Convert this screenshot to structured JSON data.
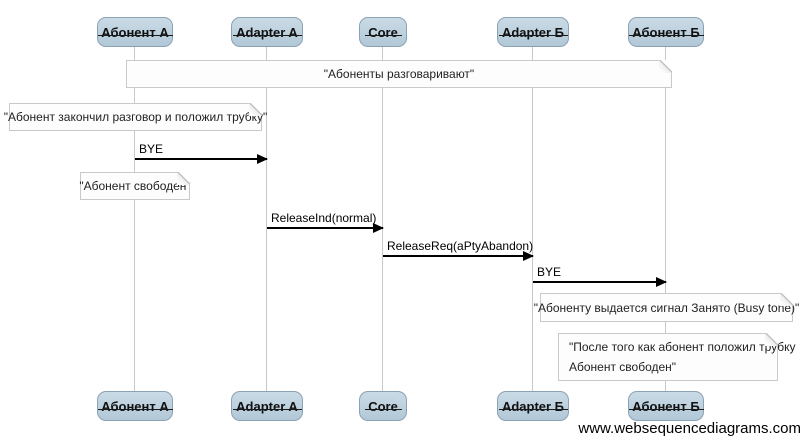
{
  "diagram": {
    "actors": [
      {
        "label": "Абонент А"
      },
      {
        "label": "Adapter A"
      },
      {
        "label": "Core"
      },
      {
        "label": "Adapter Б"
      },
      {
        "label": "Абонент Б"
      }
    ],
    "messages": [
      {
        "label": "BYE",
        "from": "Абонент А",
        "to": "Adapter A"
      },
      {
        "label": "ReleaseInd(normal)",
        "from": "Adapter A",
        "to": "Core"
      },
      {
        "label": "ReleaseReq(aPtyAbandon)",
        "from": "Core",
        "to": "Adapter Б"
      },
      {
        "label": "BYE",
        "from": "Adapter Б",
        "to": "Абонент Б"
      }
    ],
    "notes": {
      "conversation": "\"Абоненты разговаривают\"",
      "hangup": "\"Абонент закончил разговор и положил трубку\"",
      "free_a": "\"Абонент свободен\"",
      "busy_tone": "\"Абоненту выдается сигнал Занято (Busy tone)\"",
      "after_hangup_line1": "\"После того как абонент положил трубку",
      "after_hangup_line2": "Абонент свободен\""
    },
    "watermark": "www.websequencediagrams.com",
    "colors": {
      "actor_fill_top": "#cadbe6",
      "actor_fill_bottom": "#b2c8d7",
      "actor_border": "#8ba2b4",
      "note_border": "#c9c9c9",
      "lifeline": "#c8c8c8",
      "arrow": "#000000"
    }
  }
}
